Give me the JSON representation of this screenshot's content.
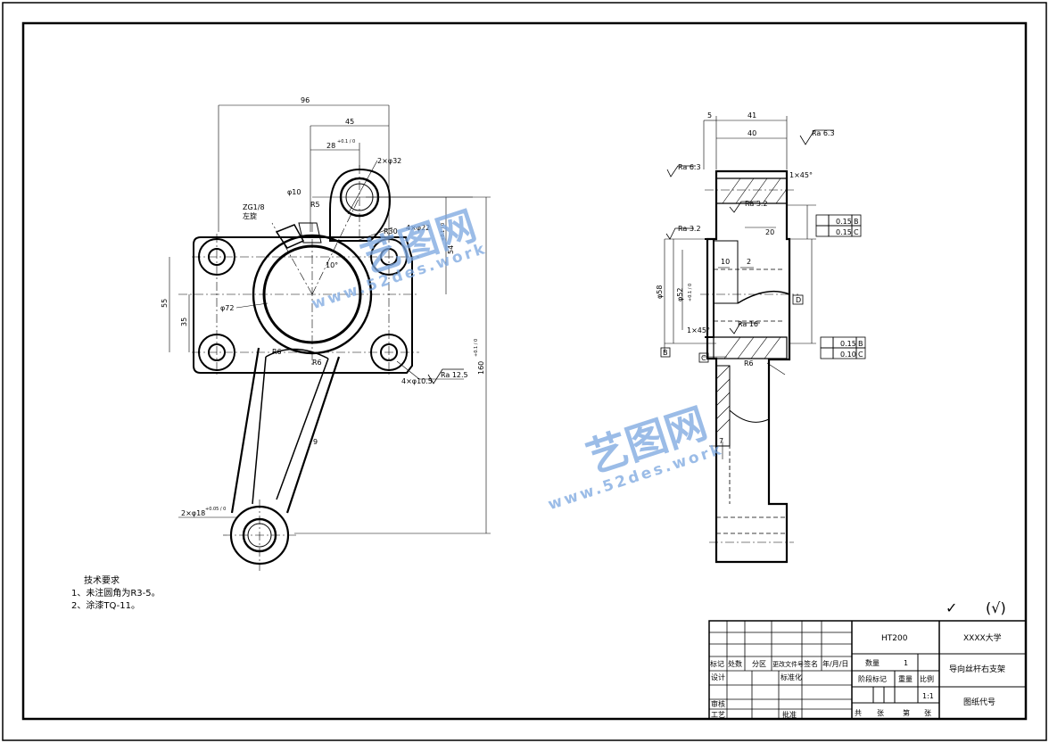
{
  "front_view": {
    "dims": {
      "w96": "96",
      "w45": "45",
      "w28": "28",
      "w28_tol": "+0.1 / 0",
      "d2x32": "2×φ32",
      "d10": "φ10",
      "r5": "R5",
      "zg": "ZG1/8",
      "left_thread": "左旋",
      "r30": "R30",
      "h4x22": "4×φ22",
      "h54": "54",
      "h54_tol": "+0.1 / 0",
      "a10": "10°",
      "d72": "φ72",
      "h55": "55",
      "h35": "35",
      "r6a": "R6",
      "r6b": "R6",
      "hole105": "4×φ10.5",
      "ra125": "Ra 12.5",
      "h160": "160",
      "h160_tol": "+0.1 / 0",
      "w9": "9",
      "d2x18": "2×φ18",
      "d2x18_tol": "+0.05 / 0"
    }
  },
  "side_view": {
    "dims": {
      "w5": "5",
      "w41": "41",
      "w40": "40",
      "ra63a": "Ra 6.3",
      "ra63b": "Ra 6.3",
      "c1": "1×45°",
      "ra32a": "Ra 3.2",
      "ra32b": "Ra 3.2",
      "tol1": "0.15",
      "ref_b": "B",
      "tol2": "0.15",
      "ref_c": "C",
      "w20": "20",
      "w10": "10",
      "w2": "2",
      "d58": "φ58",
      "d52": "φ52",
      "d52_tol": "+0.1 / 0",
      "ref_d": "D",
      "ra16": "Ra 16",
      "c2": "1×45°",
      "tol3": "0.15",
      "ref_b2": "B",
      "tol4": "0.10",
      "ref_c2": "C",
      "label_b": "B",
      "label_c": "C",
      "r6": "R6",
      "w7": "7"
    }
  },
  "tech": {
    "title": "技术要求",
    "items": [
      "1、未注圆角为R3-5。",
      "2、涂漆TQ-11。"
    ]
  },
  "roughness_note": "(√)",
  "title_block": {
    "material": "HT200",
    "school": "XXXX大学",
    "part_name": "导向丝杆右支架",
    "drawing_code": "图纸代号",
    "h_mark": "标记",
    "h_count": "处数",
    "h_zone": "分区",
    "h_doc": "更改文件号",
    "h_sign": "签名",
    "h_date": "年/月/日",
    "r_design": "设计",
    "r_std": "标准化",
    "r_check": "审核",
    "r_process": "工艺",
    "r_approve": "批准",
    "h_qty": "数量",
    "qty": "1",
    "h_stage": "阶段标记",
    "h_weight": "重量",
    "h_scale": "比例",
    "scale": "1:1",
    "total": "共",
    "sheet_unit1": "张",
    "nth": "第",
    "sheet_unit2": "张"
  },
  "watermark": {
    "brand": "艺图网",
    "url": "www.52des.work"
  }
}
